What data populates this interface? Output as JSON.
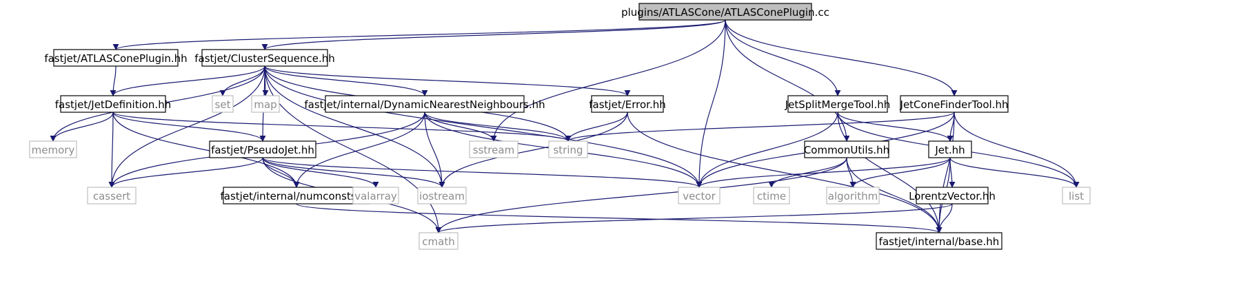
{
  "diagram": {
    "colors": {
      "edge": "#191970",
      "source_fill": "#bfbfbf",
      "documented_border": "#000000",
      "system_border": "#bfbfbf",
      "system_text": "#8c8c8c",
      "text": "#000000"
    },
    "nodes": [
      {
        "id": "root",
        "label": "plugins/ATLASCone/ATLASConePlugin.cc",
        "kind": "source"
      },
      {
        "id": "atlaspluginhh",
        "label": "fastjet/ATLASConePlugin.hh",
        "kind": "documented"
      },
      {
        "id": "clusterseq",
        "label": "fastjet/ClusterSequence.hh",
        "kind": "documented"
      },
      {
        "id": "jetdef",
        "label": "fastjet/JetDefinition.hh",
        "kind": "documented"
      },
      {
        "id": "set",
        "label": "set",
        "kind": "system"
      },
      {
        "id": "map",
        "label": "map",
        "kind": "system"
      },
      {
        "id": "dnn",
        "label": "fastjet/internal/DynamicNearestNeighbours.hh",
        "kind": "documented"
      },
      {
        "id": "error",
        "label": "fastjet/Error.hh",
        "kind": "documented"
      },
      {
        "id": "memory",
        "label": "memory",
        "kind": "system"
      },
      {
        "id": "pseudojet",
        "label": "fastjet/PseudoJet.hh",
        "kind": "documented"
      },
      {
        "id": "sstream",
        "label": "sstream",
        "kind": "system"
      },
      {
        "id": "string",
        "label": "string",
        "kind": "system"
      },
      {
        "id": "jetsplit",
        "label": "JetSplitMergeTool.hh",
        "kind": "documented"
      },
      {
        "id": "jetcone",
        "label": "JetConeFinderTool.hh",
        "kind": "documented"
      },
      {
        "id": "commonutils",
        "label": "CommonUtils.hh",
        "kind": "documented"
      },
      {
        "id": "jethh",
        "label": "Jet.hh",
        "kind": "documented"
      },
      {
        "id": "cassert",
        "label": "cassert",
        "kind": "system"
      },
      {
        "id": "numconsts",
        "label": "fastjet/internal/numconsts.hh",
        "kind": "documented"
      },
      {
        "id": "valarray",
        "label": "valarray",
        "kind": "system"
      },
      {
        "id": "iostream",
        "label": "iostream",
        "kind": "system"
      },
      {
        "id": "vector",
        "label": "vector",
        "kind": "system"
      },
      {
        "id": "ctime",
        "label": "ctime",
        "kind": "system"
      },
      {
        "id": "algorithm",
        "label": "algorithm",
        "kind": "system"
      },
      {
        "id": "list",
        "label": "list",
        "kind": "system"
      },
      {
        "id": "lorentz",
        "label": "LorentzVector.hh",
        "kind": "documented"
      },
      {
        "id": "cmath",
        "label": "cmath",
        "kind": "system"
      },
      {
        "id": "base",
        "label": "fastjet/internal/base.hh",
        "kind": "documented"
      }
    ],
    "edges": [
      [
        "root",
        "atlaspluginhh"
      ],
      [
        "root",
        "clusterseq"
      ],
      [
        "root",
        "sstream"
      ],
      [
        "root",
        "vector"
      ],
      [
        "root",
        "commonutils"
      ],
      [
        "root",
        "jetsplit"
      ],
      [
        "root",
        "jetcone"
      ],
      [
        "atlaspluginhh",
        "jetdef"
      ],
      [
        "clusterseq",
        "jetdef"
      ],
      [
        "clusterseq",
        "pseudojet"
      ],
      [
        "clusterseq",
        "set"
      ],
      [
        "clusterseq",
        "map"
      ],
      [
        "clusterseq",
        "dnn"
      ],
      [
        "clusterseq",
        "error"
      ],
      [
        "clusterseq",
        "memory"
      ],
      [
        "clusterseq",
        "cassert"
      ],
      [
        "clusterseq",
        "cmath"
      ],
      [
        "clusterseq",
        "iostream"
      ],
      [
        "clusterseq",
        "string"
      ],
      [
        "clusterseq",
        "vector"
      ],
      [
        "jetdef",
        "memory"
      ],
      [
        "jetdef",
        "cassert"
      ],
      [
        "jetdef",
        "pseudojet"
      ],
      [
        "jetdef",
        "numconsts"
      ],
      [
        "jetdef",
        "string"
      ],
      [
        "dnn",
        "cassert"
      ],
      [
        "dnn",
        "numconsts"
      ],
      [
        "dnn",
        "iostream"
      ],
      [
        "dnn",
        "sstream"
      ],
      [
        "dnn",
        "string"
      ],
      [
        "dnn",
        "vector"
      ],
      [
        "error",
        "string"
      ],
      [
        "error",
        "iostream"
      ],
      [
        "error",
        "base"
      ],
      [
        "pseudojet",
        "cassert"
      ],
      [
        "pseudojet",
        "numconsts"
      ],
      [
        "pseudojet",
        "valarray"
      ],
      [
        "pseudojet",
        "iostream"
      ],
      [
        "pseudojet",
        "vector"
      ],
      [
        "pseudojet",
        "cmath"
      ],
      [
        "numconsts",
        "base"
      ],
      [
        "jetsplit",
        "vector"
      ],
      [
        "jetsplit",
        "jethh"
      ],
      [
        "jetsplit",
        "list"
      ],
      [
        "jetsplit",
        "base"
      ],
      [
        "jetcone",
        "string"
      ],
      [
        "jetcone",
        "vector"
      ],
      [
        "jetcone",
        "jethh"
      ],
      [
        "jetcone",
        "list"
      ],
      [
        "jetcone",
        "base"
      ],
      [
        "commonutils",
        "cmath"
      ],
      [
        "commonutils",
        "ctime"
      ],
      [
        "commonutils",
        "algorithm"
      ],
      [
        "commonutils",
        "base"
      ],
      [
        "jethh",
        "vector"
      ],
      [
        "jethh",
        "algorithm"
      ],
      [
        "jethh",
        "list"
      ],
      [
        "jethh",
        "lorentz"
      ],
      [
        "jethh",
        "base"
      ],
      [
        "lorentz",
        "cmath"
      ],
      [
        "lorentz",
        "base"
      ]
    ]
  }
}
